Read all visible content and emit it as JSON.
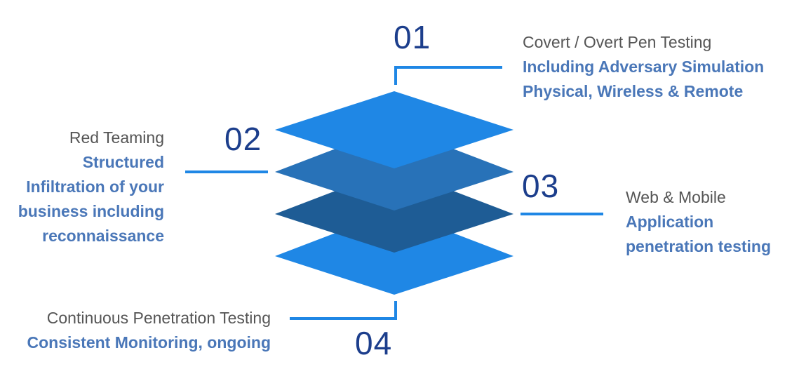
{
  "steps": [
    {
      "number": "01",
      "title": "Covert / Overt Pen Testing",
      "lines": [
        "Including Adversary Simulation",
        "Physical, Wireless & Remote"
      ]
    },
    {
      "number": "02",
      "title": "Red Teaming",
      "lines": [
        "Structured",
        "Infiltration of your",
        "business including",
        "reconnaissance"
      ]
    },
    {
      "number": "03",
      "title": "Web & Mobile",
      "lines": [
        "Application",
        "penetration testing"
      ]
    },
    {
      "number": "04",
      "title": "Continuous Penetration Testing",
      "lines": [
        "Consistent Monitoring, ongoing"
      ]
    }
  ],
  "colors": {
    "layer_top": "#1f87e5",
    "layer_second": "#2872b8",
    "layer_third": "#1e5c95",
    "layer_bottom": "#1f87e5",
    "connector": "#1f87e5",
    "number": "#1c3e8c",
    "title": "#555555",
    "description": "#4a77b8"
  }
}
